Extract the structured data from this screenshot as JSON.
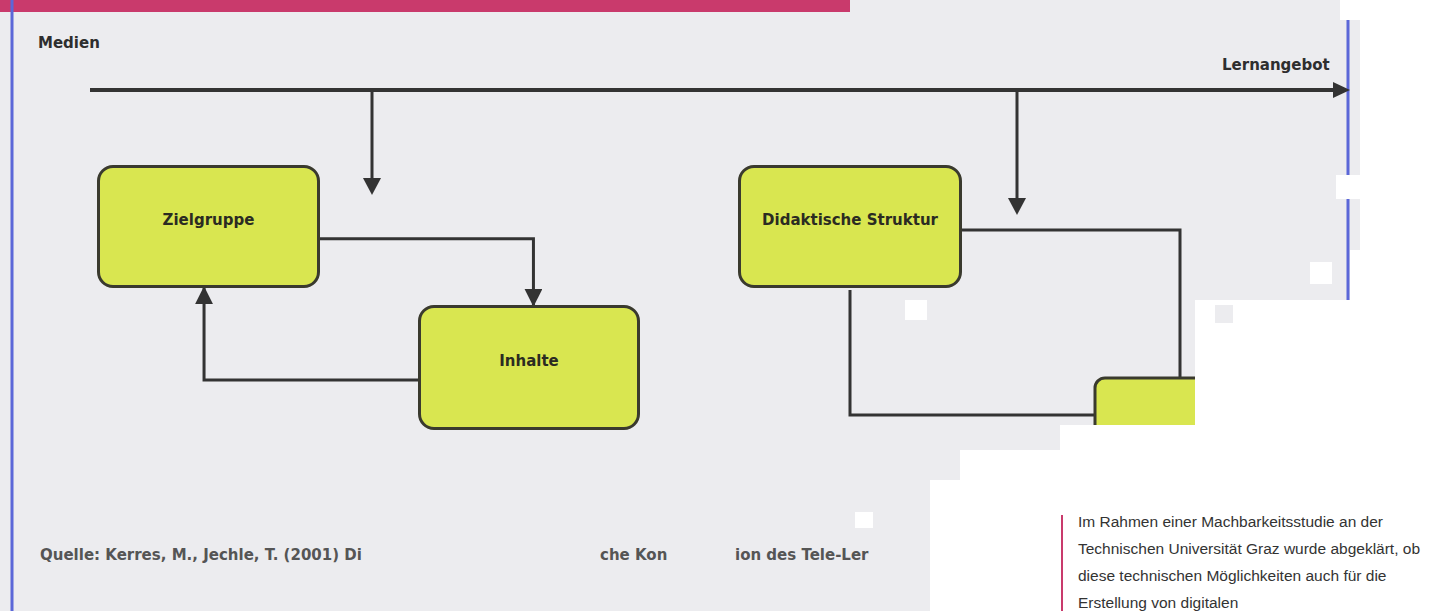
{
  "diagram": {
    "nodes": [
      {
        "text": [
          "Zielgruppe"
        ]
      },
      {
        "text": [
          "Inhalte"
        ]
      },
      {
        "text": [
          "Didaktische Struktur"
        ]
      }
    ],
    "edges": [
      {
        "from": 0,
        "to": 1,
        "arrow": "to"
      },
      {
        "from": 1,
        "to": 0,
        "arrow": "to"
      }
    ],
    "labels": [
      "Medien",
      "Lernangebot",
      "Quelle: Kerres, M., Jechle, T. (2001) Di",
      "che Kon",
      "ion des Tele-Ler",
      "Im Rahmen einer Machbarkeitsstudie an der Technischen Universität Graz wurde abgeklärt, ob diese technischen Möglichkeiten auch für die Erstellung von digitalen"
    ]
  }
}
